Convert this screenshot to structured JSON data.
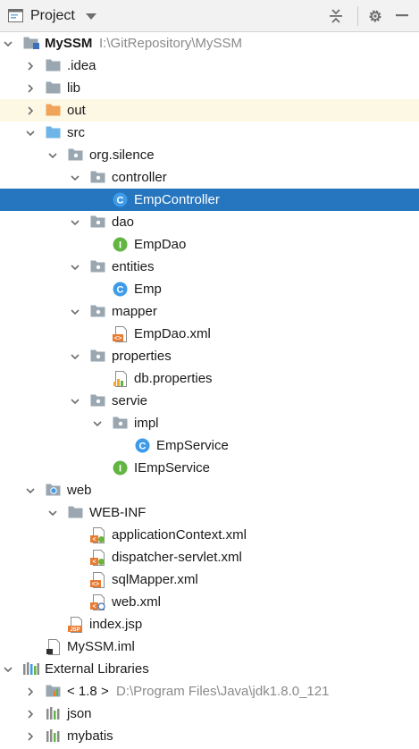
{
  "toolbar": {
    "title": "Project"
  },
  "tree": [
    {
      "label": "MySSM",
      "hint": "I:\\GitRepository\\MySSM",
      "bold": true,
      "icon": "module-folder-icon",
      "arrow": "down",
      "depth": 0
    },
    {
      "label": ".idea",
      "icon": "folder-icon",
      "arrow": "right",
      "depth": 1
    },
    {
      "label": "lib",
      "icon": "folder-icon",
      "arrow": "right",
      "depth": 1
    },
    {
      "label": "out",
      "icon": "excluded-folder-icon",
      "arrow": "right",
      "depth": 1,
      "highlight": true
    },
    {
      "label": "src",
      "icon": "source-folder-icon",
      "arrow": "down",
      "depth": 1
    },
    {
      "label": "org.silence",
      "icon": "package-icon",
      "arrow": "down",
      "depth": 2
    },
    {
      "label": "controller",
      "icon": "package-icon",
      "arrow": "down",
      "depth": 3
    },
    {
      "label": "EmpController",
      "icon": "class-icon",
      "arrow": "none",
      "depth": 4,
      "selected": true
    },
    {
      "label": "dao",
      "icon": "package-icon",
      "arrow": "down",
      "depth": 3
    },
    {
      "label": "EmpDao",
      "icon": "interface-icon",
      "arrow": "none",
      "depth": 4
    },
    {
      "label": "entities",
      "icon": "package-icon",
      "arrow": "down",
      "depth": 3
    },
    {
      "label": "Emp",
      "icon": "class-icon",
      "arrow": "none",
      "depth": 4
    },
    {
      "label": "mapper",
      "icon": "package-icon",
      "arrow": "down",
      "depth": 3
    },
    {
      "label": "EmpDao.xml",
      "icon": "xml-file-icon",
      "arrow": "none",
      "depth": 4
    },
    {
      "label": "properties",
      "icon": "package-icon",
      "arrow": "down",
      "depth": 3
    },
    {
      "label": "db.properties",
      "icon": "properties-file-icon",
      "arrow": "none",
      "depth": 4
    },
    {
      "label": "servie",
      "icon": "package-icon",
      "arrow": "down",
      "depth": 3
    },
    {
      "label": "impl",
      "icon": "package-icon",
      "arrow": "down",
      "depth": 4
    },
    {
      "label": "EmpService",
      "icon": "class-icon",
      "arrow": "none",
      "depth": 5
    },
    {
      "label": "IEmpService",
      "icon": "interface-icon",
      "arrow": "none",
      "depth": 4
    },
    {
      "label": "web",
      "icon": "web-folder-icon",
      "arrow": "down",
      "depth": 1
    },
    {
      "label": "WEB-INF",
      "icon": "folder-icon",
      "arrow": "down",
      "depth": 2
    },
    {
      "label": "applicationContext.xml",
      "icon": "spring-xml-icon",
      "arrow": "none",
      "depth": 3
    },
    {
      "label": "dispatcher-servlet.xml",
      "icon": "spring-xml-icon",
      "arrow": "none",
      "depth": 3
    },
    {
      "label": "sqlMapper.xml",
      "icon": "xml-file-icon",
      "arrow": "none",
      "depth": 3
    },
    {
      "label": "web.xml",
      "icon": "web-xml-icon",
      "arrow": "none",
      "depth": 3
    },
    {
      "label": "index.jsp",
      "icon": "jsp-file-icon",
      "arrow": "none",
      "depth": 2
    },
    {
      "label": "MySSM.iml",
      "icon": "iml-file-icon",
      "arrow": "none",
      "depth": 1
    },
    {
      "label": "External Libraries",
      "icon": "libraries-icon",
      "arrow": "down",
      "depth": 0
    },
    {
      "label": "< 1.8 >",
      "hint": "D:\\Program Files\\Java\\jdk1.8.0_121",
      "icon": "jdk-icon",
      "arrow": "right",
      "depth": 1
    },
    {
      "label": "json",
      "icon": "library-icon",
      "arrow": "right",
      "depth": 1
    },
    {
      "label": "mybatis",
      "icon": "library-icon",
      "arrow": "right",
      "depth": 1
    }
  ],
  "colors": {
    "selection": "#2675bf",
    "folder": "#9aa7b0",
    "source_folder": "#6fb4e6",
    "excluded_folder": "#f0a45a",
    "class_circle": "#3d9be9",
    "interface_circle": "#62b543",
    "highlight_row": "#fdf8e4"
  }
}
